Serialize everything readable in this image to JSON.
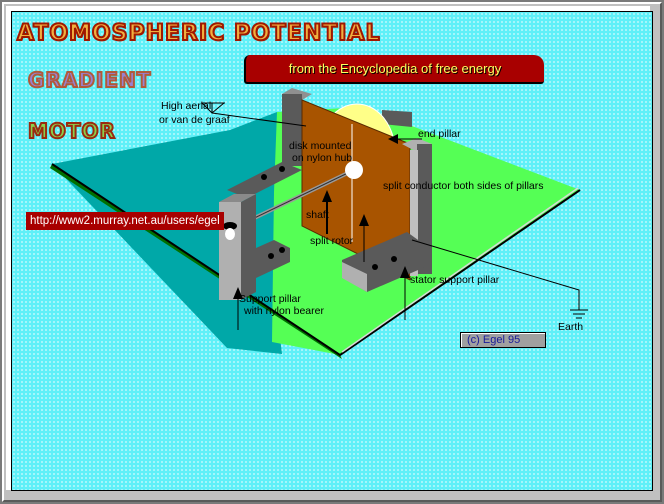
{
  "title": {
    "line1": "ATOMOSPHERIC POTENTIAL",
    "line2": "GRADIENT",
    "line3": "MOTOR"
  },
  "banner": {
    "text": "from  the Encyclopedia of free energy"
  },
  "url": {
    "text": "http://www2.murray.net.au/users/egel"
  },
  "copyright": {
    "text": "(c)  Egel  95"
  },
  "labels": {
    "high_aerial_1": "High aerial",
    "high_aerial_2": "or van de graaf",
    "disk_1": "disk mounted",
    "disk_2": "on nylon hub",
    "end_pillar": "end  pillar",
    "split_conductor": "split conductor both sides of pillars",
    "shaft": "shaft",
    "split_rotor": "split rotor",
    "stator_support": "stator support pillar",
    "support_pillar_1": "Support pillar",
    "support_pillar_2": "with nylon bearer",
    "earth": "Earth"
  },
  "colors": {
    "background": "#5ff0f8",
    "base_plate": "#55ff55",
    "base_shadow": "#00a8a8",
    "pillar": "#5a5a5a",
    "pillar_light": "#b0b0b0",
    "conductor": "#a85400",
    "rotor": "#ffff80",
    "banner": "#a80000"
  }
}
